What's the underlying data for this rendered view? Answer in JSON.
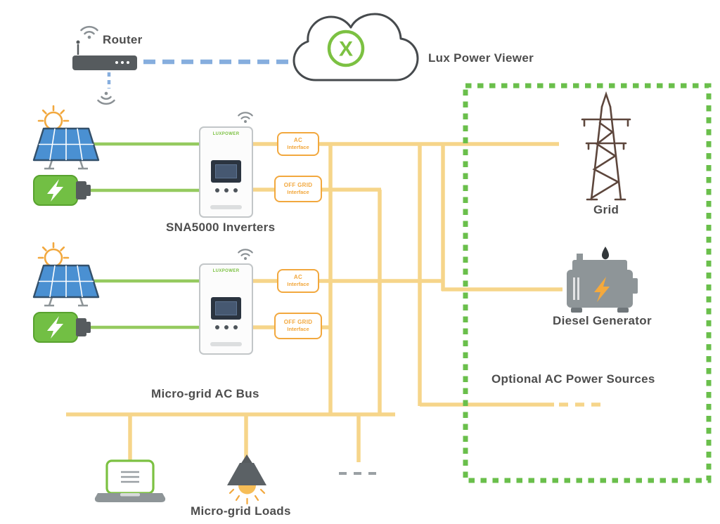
{
  "labels": {
    "router": "Router",
    "viewer": "Lux Power Viewer",
    "inverters": "SNA5000 Inverters",
    "grid": "Grid",
    "diesel": "Diesel Generator",
    "optional_sources": "Optional AC Power Sources",
    "ac_bus": "Micro-grid AC Bus",
    "loads": "Micro-grid Loads"
  },
  "boxes": {
    "ac": {
      "line1": "AC",
      "line2": "Interface"
    },
    "off_grid": {
      "line1": "OFF GRID",
      "line2": "Interface"
    }
  },
  "inverter": {
    "brand": "LUXPOWER"
  },
  "logo": {
    "letter": "X"
  },
  "colors": {
    "line_green": "#95ca5f",
    "line_yellow": "#f6d58a",
    "accent_orange": "#f2a83e",
    "dashed_blue": "#86aede",
    "dotted_border_green": "#6abf4b",
    "battery_green": "#72bf44",
    "panel_blue": "#4a90d2",
    "tower_brown": "#5d463c",
    "generator_gray": "#8e9598",
    "text_gray": "#4d4d4d"
  },
  "icons": {
    "wifi-icon": "📶",
    "sun-icon": "☀",
    "bolt-icon": "⚡",
    "oil-drop-icon": "💧",
    "cloud-icon": "☁"
  }
}
